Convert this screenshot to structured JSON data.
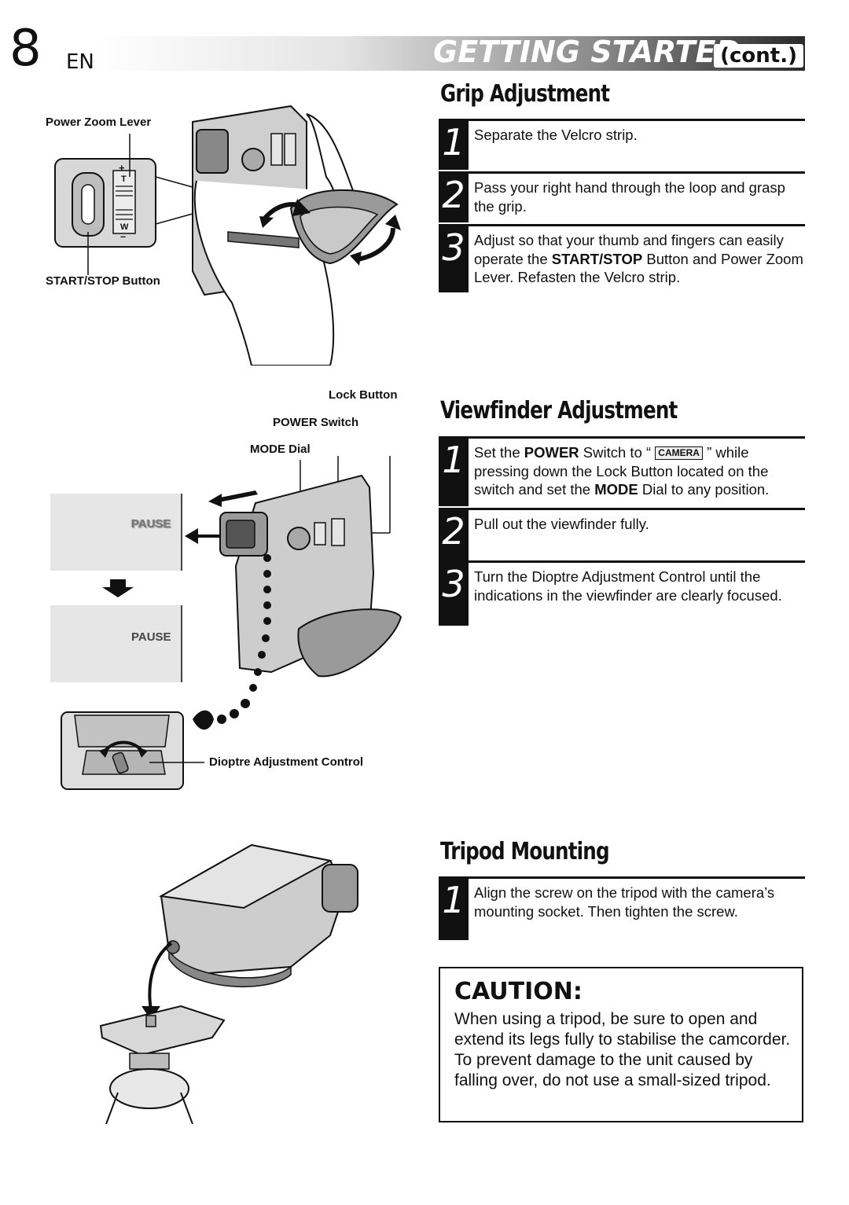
{
  "header": {
    "page_number": "8",
    "lang": "EN",
    "title": "GETTING STARTED",
    "cont": "(cont.)"
  },
  "grip": {
    "title": "Grip Adjustment",
    "steps": [
      {
        "num": "1",
        "text": "Separate the Velcro strip."
      },
      {
        "num": "2",
        "text": "Pass your right hand through the loop and grasp the grip."
      },
      {
        "num": "3",
        "text_parts": [
          "Adjust so that your thumb and fingers can easily operate the ",
          "START/STOP",
          " Button and Power Zoom Lever. Refasten the Velcro strip."
        ]
      }
    ],
    "labels": {
      "zoom_lever": "Power Zoom Lever",
      "start_stop": "START/STOP Button",
      "t": "T",
      "w": "W",
      "plus": "+",
      "minus": "–"
    }
  },
  "viewfinder": {
    "title": "Viewfinder Adjustment",
    "steps": [
      {
        "num": "1",
        "text_parts": [
          "Set the ",
          "POWER",
          " Switch to “ ",
          "CAMERA",
          " ” while pressing down the Lock Button located on the switch and set the ",
          "MODE",
          " Dial to any position."
        ]
      },
      {
        "num": "2",
        "text": "Pull out the viewfinder fully."
      },
      {
        "num": "3",
        "text": "Turn the Dioptre Adjustment Control until the indications in the viewfinder are clearly focused."
      }
    ],
    "labels": {
      "lock_button": "Lock Button",
      "power_switch": "POWER Switch",
      "mode_dial": "MODE Dial",
      "dioptre": "Dioptre Adjustment Control",
      "pause_blurry": "PAUSE",
      "pause_sharp": "PAUSE"
    }
  },
  "tripod": {
    "title": "Tripod Mounting",
    "steps": [
      {
        "num": "1",
        "text": "Align the screw on the tripod with the camera’s mounting socket. Then tighten the screw."
      }
    ]
  },
  "caution": {
    "title": "CAUTION:",
    "text": "When using a tripod, be sure to open and extend its legs fully to stabilise the camcorder. To prevent damage to the unit caused by falling over, do not use a small-sized tripod."
  }
}
